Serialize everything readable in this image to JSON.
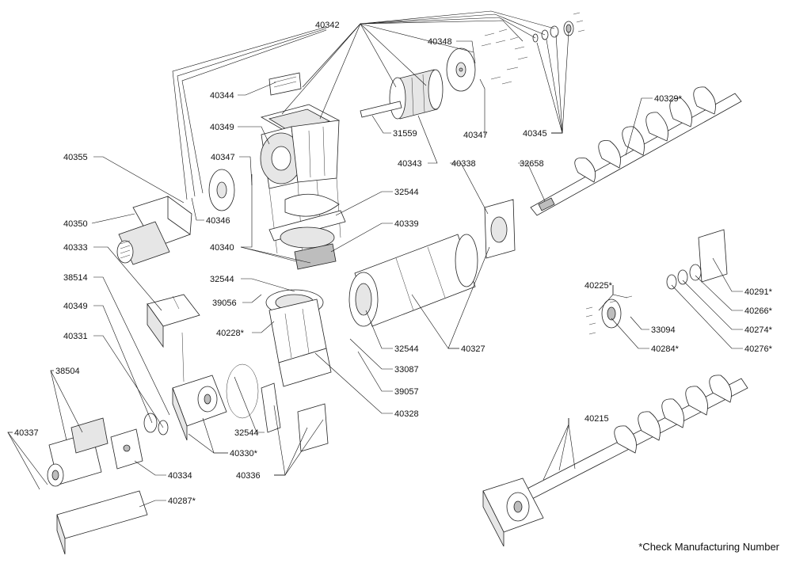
{
  "labels": {
    "l40342": "40342",
    "l40348": "40348",
    "l40344": "40344",
    "l40349a": "40349",
    "l40347a": "40347",
    "l40355": "40355",
    "l40350": "40350",
    "l40346": "40346",
    "l40333": "40333",
    "l40340": "40340",
    "l31559": "31559",
    "l40347b": "40347",
    "l40345": "40345",
    "l40343": "40343",
    "l40338": "40338",
    "l32658": "32658",
    "l40329": "40329*",
    "l32544a": "32544",
    "l40339": "40339",
    "l38514": "38514",
    "l32544b": "32544",
    "l39056": "39056",
    "l40349b": "40349",
    "l40228": "40228*",
    "l40331": "40331",
    "l32544c": "32544",
    "l33087": "33087",
    "l40327": "40327",
    "l39057": "39057",
    "l40328": "40328",
    "l38504": "38504",
    "l40337": "40337",
    "l32544d": "32544",
    "l40330": "40330*",
    "l40334": "40334",
    "l40336": "40336",
    "l40287": "40287*",
    "l40225": "40225*",
    "l33094": "33094",
    "l40284": "40284*",
    "l40291": "40291*",
    "l40266": "40266*",
    "l40274": "40274*",
    "l40276": "40276*",
    "l40215": "40215"
  },
  "footnote": "*Check Manufacturing Number"
}
